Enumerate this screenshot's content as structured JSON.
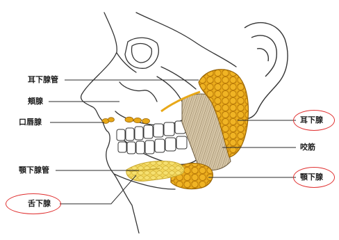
{
  "labels": {
    "parotid_duct": "耳下腺管",
    "buccal_glands": "頬腺",
    "labial_glands": "口唇腺",
    "submandibular_duct": "顎下腺管",
    "sublingual_gland": "舌下腺",
    "parotid_gland": "耳下腺",
    "masseter": "咬筋",
    "submandibular_gland": "顎下腺"
  },
  "colors": {
    "gland": "#e8a818",
    "gland_dark": "#b97a08",
    "gland_light": "#f2d65a",
    "muscle": "#c9b89a",
    "highlight": "#e03030",
    "line": "#2a2a2a"
  }
}
